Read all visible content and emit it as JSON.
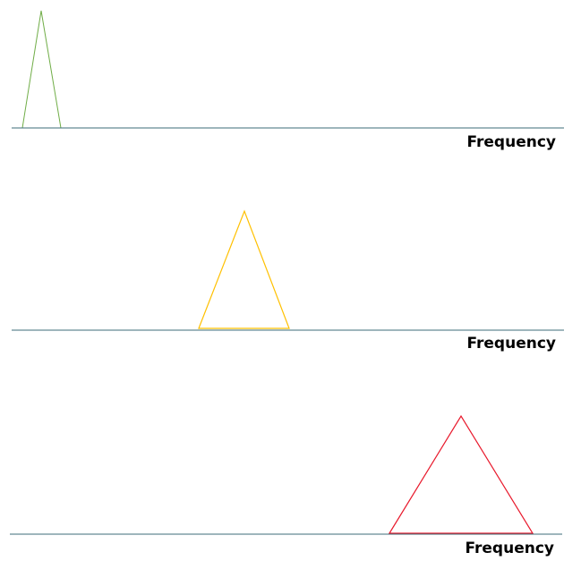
{
  "panels": [
    {
      "axis_label": "Frequency",
      "triangle_color": "#70ad47",
      "axis_color": "#3d6e7a"
    },
    {
      "axis_label": "Frequency",
      "triangle_color": "#ffc000",
      "axis_color": "#3d6e7a"
    },
    {
      "axis_label": "Frequency",
      "triangle_color": "#e8192c",
      "axis_color": "#3d6e7a"
    }
  ]
}
